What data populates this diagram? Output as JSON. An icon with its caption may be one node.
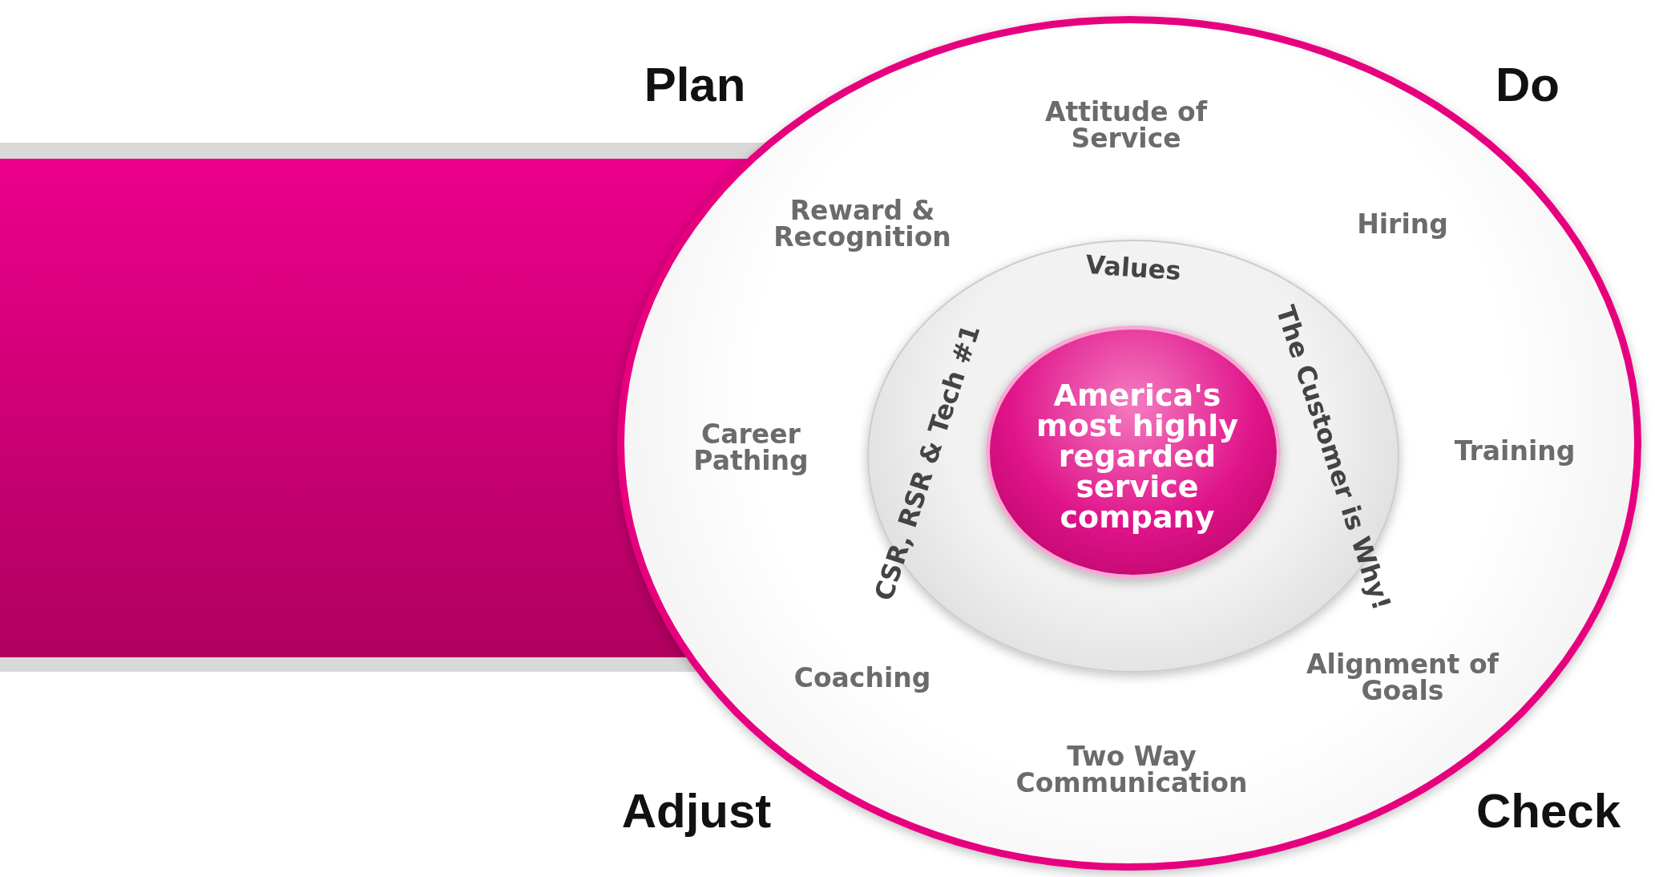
{
  "diagram": {
    "nodes": [
      {
        "text": [
          "Attitude of Service",
          "Hiring",
          "Training",
          "Alignment of Goals",
          "Two Way Communication",
          "Coaching",
          "Career Pathing",
          "Reward & Recognition"
        ]
      },
      {
        "text": [
          "Values",
          "The Customer is Why!",
          "CSR, RSR & Tech #1"
        ],
        "in": 0
      },
      {
        "text": [
          "America's most highly regarded service company"
        ],
        "in": 1
      }
    ],
    "labels": [
      "Plan",
      "Do",
      "Adjust",
      "Check"
    ]
  }
}
